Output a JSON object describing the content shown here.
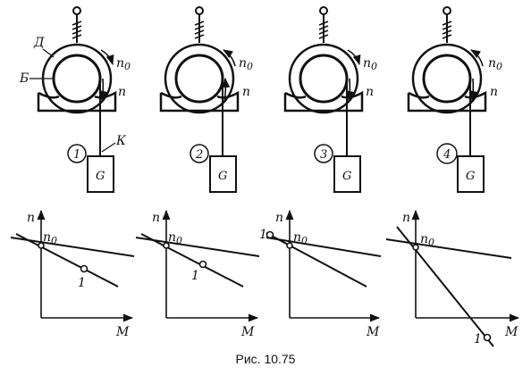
{
  "caption": "Рис. 10.75",
  "labels": {
    "stator": "Д",
    "rotor": "Б",
    "belt": "К",
    "speed_n0": "n",
    "speed_n0_sub": "0",
    "speed_n": "n",
    "generator": "G"
  },
  "variants": [
    {
      "number": "1",
      "n0_direction": "cw",
      "n_direction": "cw"
    },
    {
      "number": "2",
      "n0_direction": "ccw",
      "n_direction": "ccw"
    },
    {
      "number": "3",
      "n0_direction": "cw",
      "n_direction": "cw"
    },
    {
      "number": "4",
      "n0_direction": "ccw",
      "n_direction": "cw"
    }
  ],
  "graphs": {
    "y_axis_label": "n",
    "x_axis_label": "M",
    "n0_label": "n",
    "n0_sub": "0",
    "point_label": "1"
  }
}
